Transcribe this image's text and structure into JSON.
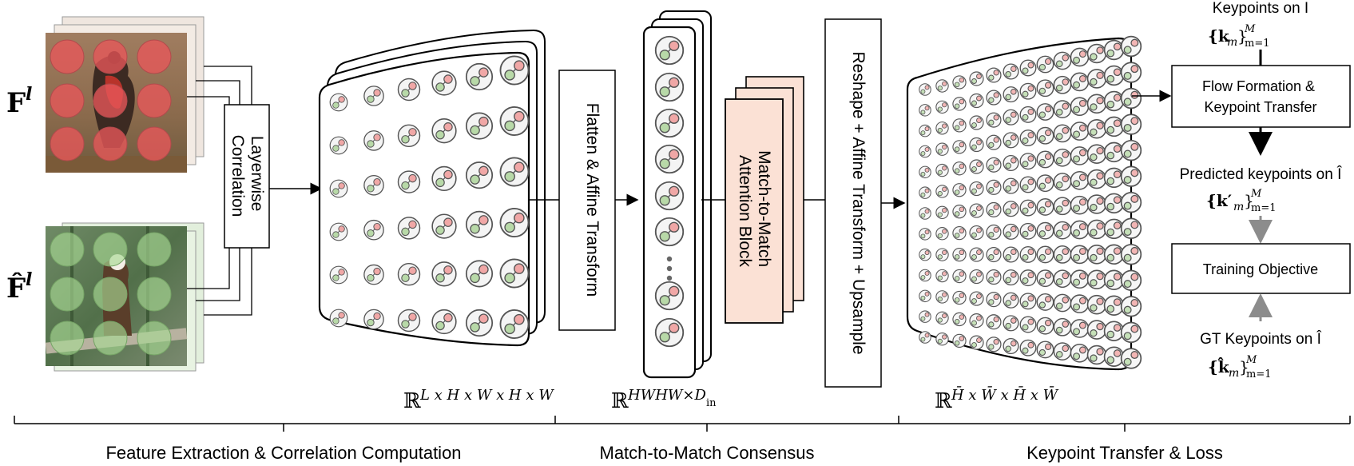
{
  "labels": {
    "feat_src": "F",
    "feat_src_sup": "l",
    "feat_tgt": "F̂",
    "feat_tgt_sup": "l",
    "layerwise": [
      "Layerwise",
      "Correlation"
    ],
    "flatten": "Flatten & Affine Transform",
    "m2m": [
      "Match-to-Match",
      "Attention Block"
    ],
    "reshape": "Reshape + Affine Transform + Upsample",
    "dims_corr": "ℝ^(L x H x W x H x W)",
    "dims_corr_base": "ℝ",
    "dims_corr_exp": "L x H x W x H x W",
    "dims_flat_base": "ℝ",
    "dims_flat_exp": "HWHW×D",
    "dims_flat_sub": "in",
    "dims_up_base": "ℝ",
    "dims_up_exp": "H̄ x W̄ x H̄ x W̄",
    "kp_on_I": "Keypoints on I",
    "kp_set": "{k_m} m=1..M",
    "kp_set_main": "{k",
    "kp_set_m": "m",
    "kp_set_close": "}",
    "kp_set_sup": "M",
    "kp_set_subr": "m=1",
    "flow_box": [
      "Flow Formation &",
      "Keypoint Transfer"
    ],
    "pred_kp": "Predicted keypoints on Î",
    "pred_set_main": "{k′",
    "pred_set_m": "m",
    "pred_set_close": "}",
    "training": "Training Objective",
    "gt_kp": "GT Keypoints on Î",
    "gt_set_main": "{k̂",
    "gt_set_m": "m",
    "gt_set_close": "}",
    "section_1": "Feature Extraction & Correlation Computation",
    "section_2": "Match-to-Match Consensus",
    "section_3": "Keypoint Transfer & Loss"
  },
  "colors": {
    "red_circle": "#e8575a",
    "green_circle": "#9ccf8a",
    "m2m_fill": "#fbe1d5",
    "box_stroke": "#000000",
    "gray_arrow": "#8c8c8c"
  },
  "icons": [
    "bird-photo",
    "eagle-photo",
    "correlation-grid",
    "upsampled-grid"
  ]
}
